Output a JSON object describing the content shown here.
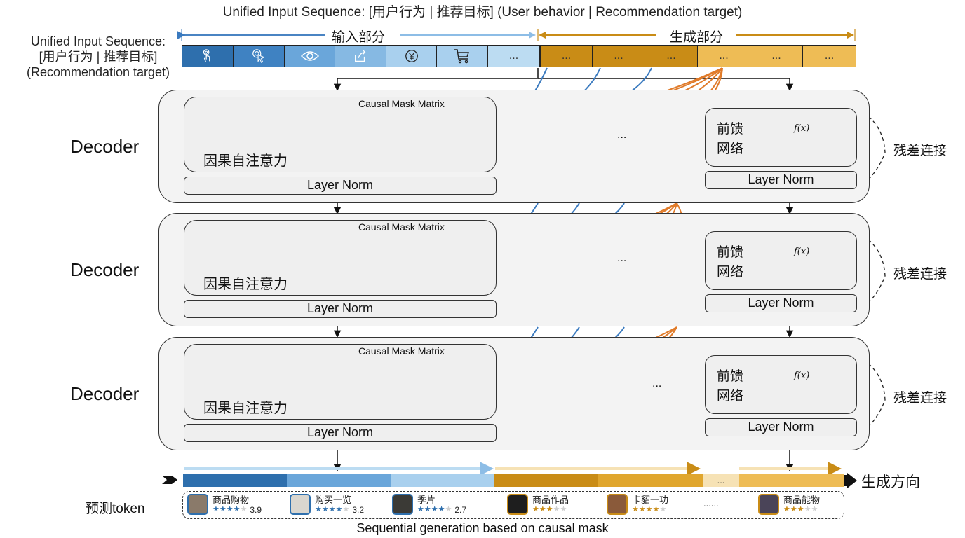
{
  "title": "Unified Input Sequence: [用户行为 | 推荐目标] (User behavior | Recommendation target)",
  "left_label": {
    "line1": "Unified Input Sequence:",
    "line2": "[用户行为 | 推荐目标]",
    "line3": "(Recommendation target)"
  },
  "sequence": {
    "input_part_label": "输入部分",
    "generate_part_label": "生成部分",
    "input_tokens": [
      {
        "icon": "tap-hand-icon",
        "color": "#2e6fad"
      },
      {
        "icon": "click-cursor-icon",
        "color": "#3f82c2"
      },
      {
        "icon": "eye-icon",
        "color": "#6aa6da"
      },
      {
        "icon": "share-icon",
        "color": "#86b9e3"
      },
      {
        "icon": "yuan-coin-icon",
        "color": "#a9d0ee"
      },
      {
        "icon": "shopping-cart-icon",
        "color": "#a9d0ee"
      },
      {
        "icon": "ellipsis",
        "label": "...",
        "color": "#bcdcf2"
      }
    ],
    "gen_tokens": [
      {
        "label": "...",
        "color": "#c98c16"
      },
      {
        "label": "...",
        "color": "#c98c16"
      },
      {
        "label": "...",
        "color": "#c98c16"
      },
      {
        "label": "...",
        "color": "#eebc55"
      },
      {
        "label": "...",
        "color": "#eebc55"
      },
      {
        "label": "...",
        "color": "#eebc55"
      }
    ]
  },
  "decoders": [
    {
      "label": "Decoder",
      "attention_label": "因果自注意力",
      "mask_title": "Causal Mask Matrix",
      "layer_norm_left": "Layer Norm",
      "layer_norm_right": "Layer Norm",
      "ffn_label_1": "前馈",
      "ffn_label_2": "网络",
      "fx_label": "f(x)",
      "residual_label": "残差连接",
      "ellipsis": "..."
    },
    {
      "label": "Decoder",
      "attention_label": "因果自注意力",
      "mask_title": "Causal Mask Matrix",
      "layer_norm_left": "Layer Norm",
      "layer_norm_right": "Layer Norm",
      "ffn_label_1": "前馈",
      "ffn_label_2": "网络",
      "fx_label": "f(x)",
      "residual_label": "残差连接",
      "ellipsis": "..."
    },
    {
      "label": "Decoder",
      "attention_label": "因果自注意力",
      "mask_title": "Causal Mask Matrix",
      "layer_norm_left": "Layer Norm",
      "layer_norm_right": "Layer Norm",
      "ffn_label_1": "前馈",
      "ffn_label_2": "网络",
      "fx_label": "f(x)",
      "residual_label": "残差连接",
      "ellipsis": "..."
    }
  ],
  "output": {
    "predict_label": "预测token",
    "direction_label": "生成方向",
    "ellipsis": "...",
    "bar_segments": [
      {
        "color": "#2e6fad"
      },
      {
        "color": "#6aa6da"
      },
      {
        "color": "#a9d0ee"
      },
      {
        "color": "#c98c16"
      },
      {
        "color": "#e0a62e"
      },
      {
        "label": "...",
        "color": "#f6e2b5"
      },
      {
        "color": "#eebc55"
      }
    ],
    "items": [
      {
        "name": "商品购物",
        "stars": 4.5,
        "rating": "3.9",
        "accent": "#2e6fad",
        "thumb": "#8a7a6a"
      },
      {
        "name": "购买一览",
        "stars": 4,
        "rating": "3.2",
        "accent": "#2e6fad",
        "thumb": "#d9d6cf"
      },
      {
        "name": "季片",
        "stars": 4,
        "rating": "2.7",
        "accent": "#2e6fad",
        "thumb": "#3b3a36"
      },
      {
        "name": "商品作品",
        "stars": 3,
        "rating": "",
        "accent": "#c98c16",
        "thumb": "#1e1e1e"
      },
      {
        "name": "卡貂一功",
        "stars": 4,
        "rating": "",
        "accent": "#c98c16",
        "thumb": "#8a5a3a"
      },
      {
        "name": "商品能物",
        "stars": 3,
        "rating": "",
        "accent": "#c98c16",
        "thumb": "#4a4458"
      }
    ],
    "items_ellipsis": "......"
  },
  "caption": "Sequential generation based on causal mask",
  "colors": {
    "blue_dark": "#2e6fad",
    "blue_mid": "#6aa6da",
    "blue_light": "#a9d0ee",
    "gold_dark": "#c98c16",
    "gold_light": "#eebc55",
    "arrow_blue": "#3a7abf",
    "arrow_orange": "#e07b2a"
  }
}
